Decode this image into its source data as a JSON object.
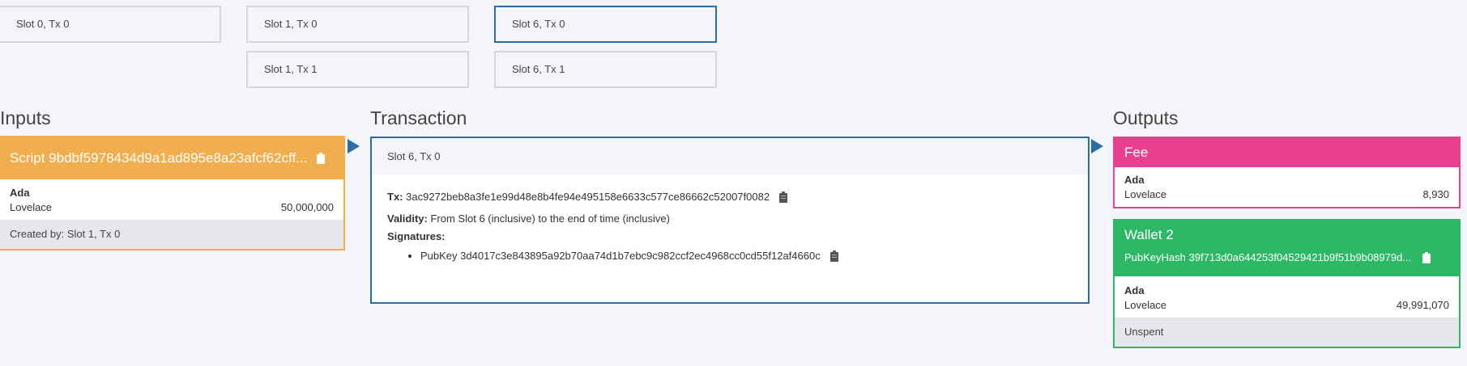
{
  "slots": {
    "s0tx0": "Slot 0, Tx 0",
    "s1tx0": "Slot 1, Tx 0",
    "s1tx1": "Slot 1, Tx 1",
    "s6tx0": "Slot 6, Tx 0",
    "s6tx1": "Slot 6, Tx 1"
  },
  "inputs": {
    "title": "Inputs",
    "card": {
      "header": "Script 9bdbf5978434d9a1ad895e8a23afcf62cff...",
      "currency": "Ada",
      "token": "Lovelace",
      "amount": "50,000,000",
      "created_by": "Created by: Slot 1, Tx 0"
    }
  },
  "transaction": {
    "title": "Transaction",
    "header": "Slot 6, Tx 0",
    "tx_label": "Tx:",
    "tx_hash": "3ac9272beb8a3fe1e99d48e8b4fe94e495158e6633c577ce86662c52007f0082",
    "validity_label": "Validity:",
    "validity_value": "From Slot 6 (inclusive) to the end of time (inclusive)",
    "signatures_label": "Signatures:",
    "signatures": [
      "PubKey 3d4017c3e843895a92b70aa74d1b7ebc9c982ccf2ec4968cc0cd55f12af4660c"
    ]
  },
  "outputs": {
    "title": "Outputs",
    "fee": {
      "header": "Fee",
      "currency": "Ada",
      "token": "Lovelace",
      "amount": "8,930"
    },
    "wallet": {
      "header": "Wallet 2",
      "hash": "PubKeyHash 39f713d0a644253f04529421b9f51b9b08979d...",
      "currency": "Ada",
      "token": "Lovelace",
      "amount": "49,991,070",
      "status": "Unspent"
    }
  },
  "colors": {
    "accent": "#2a6ea6",
    "input": "#f0ae4e",
    "fee": "#e8408e",
    "wallet": "#2cb864"
  },
  "icons": {
    "copy": "clipboard-icon",
    "flow": "triangle-right-icon"
  }
}
